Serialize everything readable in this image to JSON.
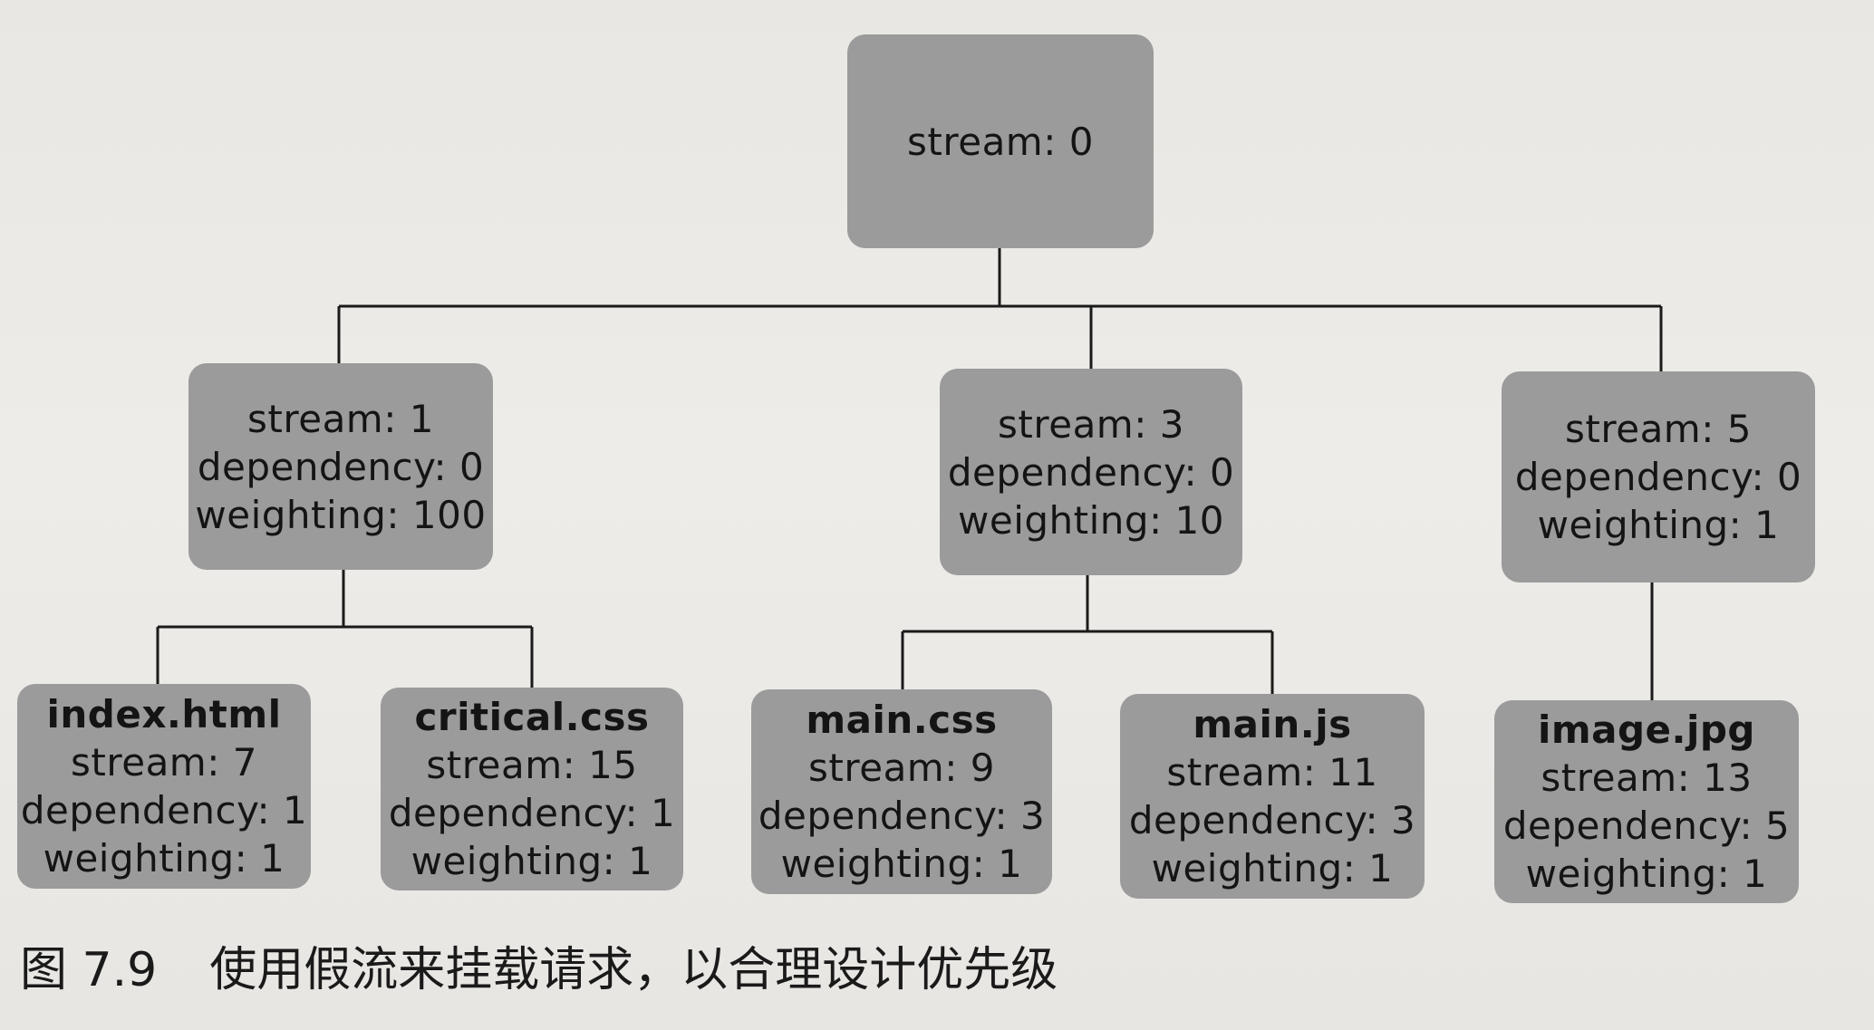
{
  "nodes": [
    {
      "id": "root",
      "lines": [
        "stream: 0"
      ]
    },
    {
      "id": "s1",
      "lines": [
        "stream: 1",
        "dependency: 0",
        "weighting: 100"
      ]
    },
    {
      "id": "s3",
      "lines": [
        "stream: 3",
        "dependency: 0",
        "weighting: 10"
      ]
    },
    {
      "id": "s5",
      "lines": [
        "stream: 5",
        "dependency: 0",
        "weighting: 1"
      ]
    },
    {
      "id": "l7",
      "name": "index.html",
      "lines": [
        "stream: 7",
        "dependency: 1",
        "weighting: 1"
      ]
    },
    {
      "id": "l15",
      "name": "critical.css",
      "lines": [
        "stream: 15",
        "dependency: 1",
        "weighting: 1"
      ]
    },
    {
      "id": "l9",
      "name": "main.css",
      "lines": [
        "stream: 9",
        "dependency: 3",
        "weighting: 1"
      ]
    },
    {
      "id": "l11",
      "name": "main.js",
      "lines": [
        "stream: 11",
        "dependency: 3",
        "weighting: 1"
      ]
    },
    {
      "id": "l13",
      "name": "image.jpg",
      "lines": [
        "stream: 13",
        "dependency: 5",
        "weighting: 1"
      ]
    }
  ],
  "edges": [
    {
      "from": "root",
      "to": [
        "s1",
        "s3",
        "s5"
      ]
    },
    {
      "from": "s1",
      "to": [
        "l7",
        "l15"
      ]
    },
    {
      "from": "s3",
      "to": [
        "l9",
        "l11"
      ]
    },
    {
      "from": "s5",
      "to": [
        "l13"
      ]
    }
  ],
  "caption": {
    "figure_number": "图 7.9",
    "text": "使用假流来挂载请求，以合理设计优先级"
  },
  "colors": {
    "node_fill": "#9b9b9b",
    "line": "#1a1a1a",
    "background": "#eceae6"
  }
}
